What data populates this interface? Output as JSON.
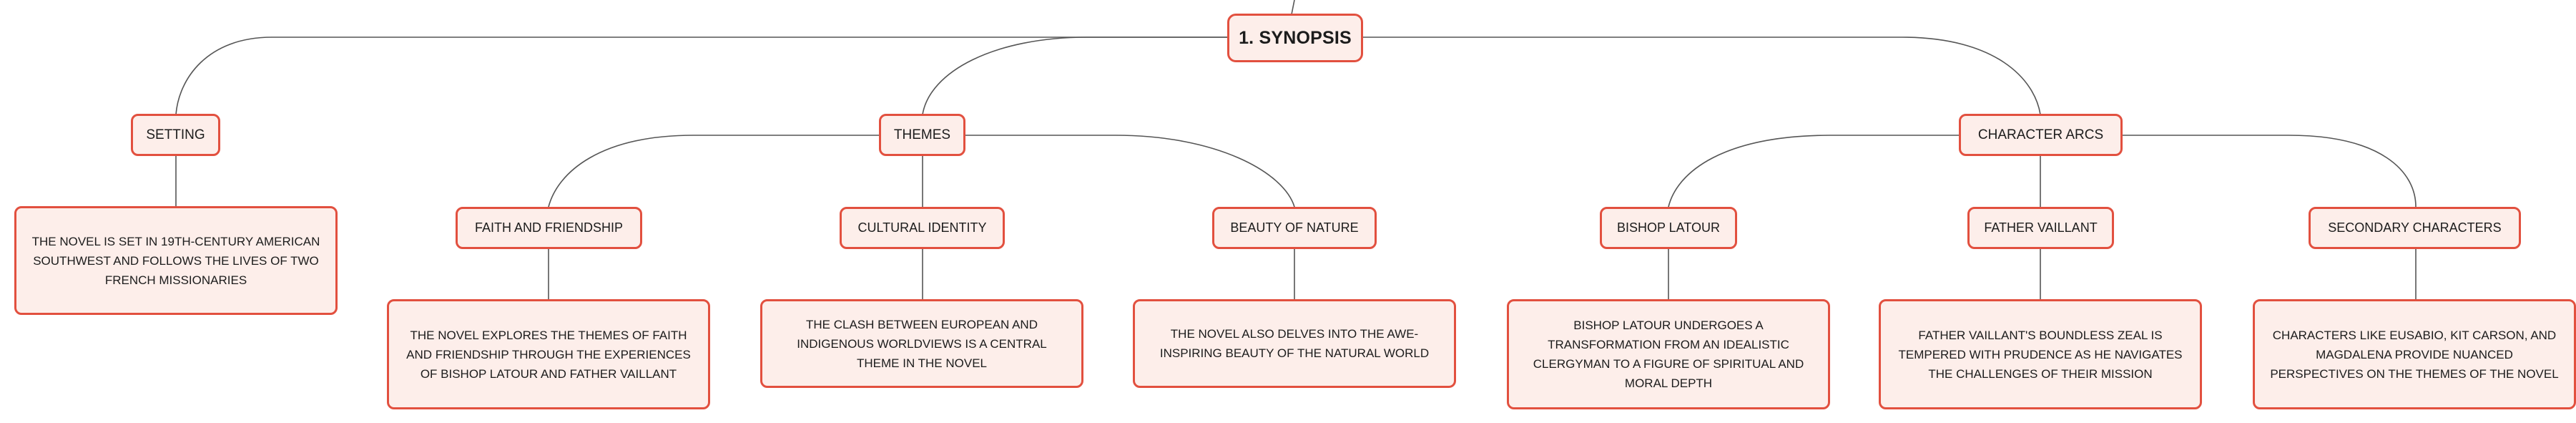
{
  "root": {
    "title": "1. SYNOPSIS"
  },
  "setting": {
    "label": "SETTING",
    "description": "THE NOVEL IS SET IN 19TH-CENTURY AMERICAN SOUTHWEST AND FOLLOWS THE LIVES OF TWO FRENCH MISSIONARIES"
  },
  "themes": {
    "label": "THEMES",
    "items": [
      {
        "label": "FAITH AND FRIENDSHIP",
        "description": "THE NOVEL EXPLORES THE THEMES OF FAITH AND FRIENDSHIP THROUGH THE EXPERIENCES OF BISHOP LATOUR AND FATHER VAILLANT"
      },
      {
        "label": "CULTURAL IDENTITY",
        "description": "THE CLASH BETWEEN EUROPEAN AND INDIGENOUS WORLDVIEWS IS A CENTRAL THEME IN THE NOVEL"
      },
      {
        "label": "BEAUTY OF NATURE",
        "description": "THE NOVEL ALSO DELVES INTO THE AWE-INSPIRING BEAUTY OF THE NATURAL WORLD"
      }
    ]
  },
  "character_arcs": {
    "label": "CHARACTER ARCS",
    "items": [
      {
        "label": "BISHOP LATOUR",
        "description": "BISHOP LATOUR UNDERGOES A TRANSFORMATION FROM AN IDEALISTIC CLERGYMAN TO A FIGURE OF SPIRITUAL AND MORAL DEPTH"
      },
      {
        "label": "FATHER VAILLANT",
        "description": "FATHER VAILLANT'S BOUNDLESS ZEAL IS TEMPERED WITH PRUDENCE AS HE NAVIGATES THE CHALLENGES OF THEIR MISSION"
      },
      {
        "label": "SECONDARY CHARACTERS",
        "description": "CHARACTERS LIKE EUSABIO, KIT CARSON, AND MAGDALENA PROVIDE NUANCED PERSPECTIVES ON THE THEMES OF THE NOVEL"
      }
    ]
  },
  "colors": {
    "node_fill": "#fdeeea",
    "node_border": "#e2503f",
    "connector": "#555555",
    "text": "#1c1c1c"
  }
}
